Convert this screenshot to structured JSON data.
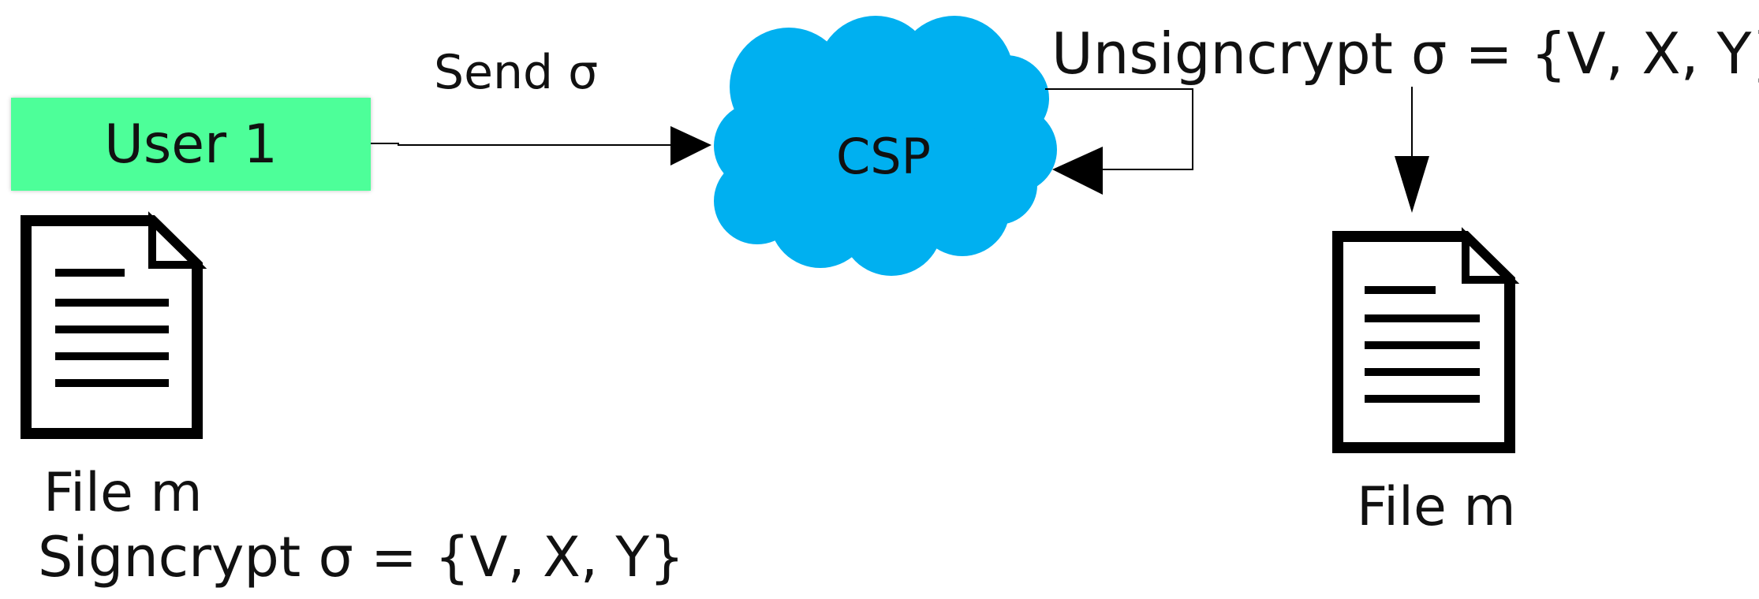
{
  "user_box": {
    "label": "User 1",
    "color": "#4dff99"
  },
  "csp": {
    "label": "CSP",
    "color": "#00b0f0"
  },
  "send_label": "Send σ",
  "unsigncrypt_label": "Unsigncrypt σ = {V, X, Y}",
  "left_file": {
    "label": "File m",
    "icon": "document-icon"
  },
  "signcrypt_label": "Signcrypt σ = {V, X, Y}",
  "right_file": {
    "label": "File m",
    "icon": "document-icon"
  }
}
